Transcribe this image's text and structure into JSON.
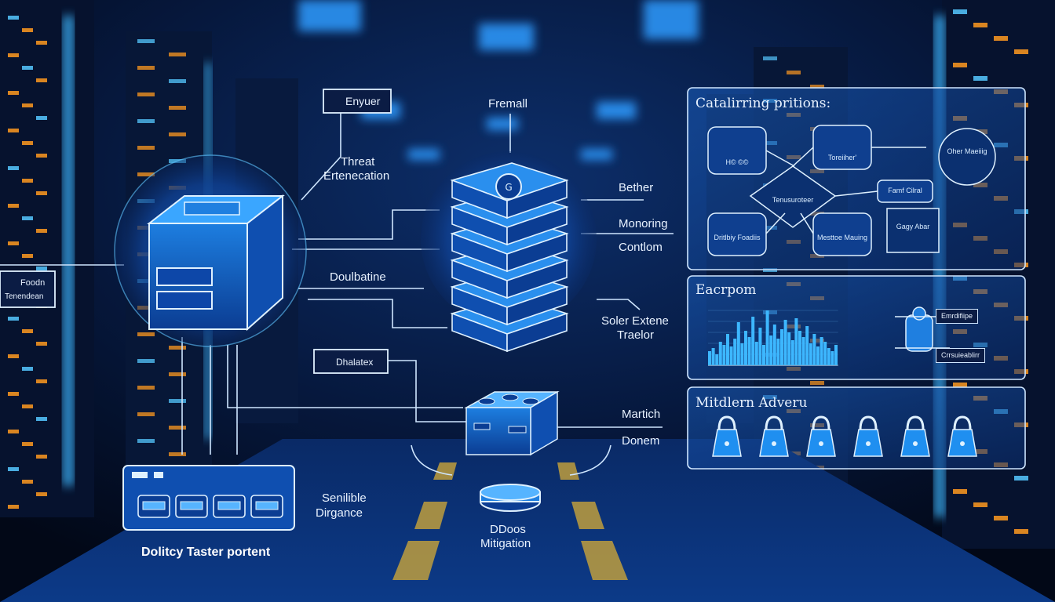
{
  "labels": {
    "enyuer": "Enyuer",
    "fremall": "Fremall",
    "threat_line1": "Threat",
    "threat_line2": "Ertenecation",
    "bether": "Bether",
    "monoring": "Monoring",
    "contlom": "Contlom",
    "doulbatine": "Doulbatine",
    "soler_line1": "Soler Extene",
    "soler_line2": "Traelor",
    "dhalatex": "Dhalatex",
    "foodn_line1": "Foodn",
    "foodn_line2": "Tenendean",
    "martich": "Martich",
    "donem": "Donem",
    "senilible_line1": "Senilible",
    "senilible_line2": "Dirgance",
    "ddos_line1": "DDoos",
    "ddos_line2": "Mitigation",
    "bottom_caption": "Dolitcy Taster portent"
  },
  "panel_top": {
    "title": "Catalirring pritions:",
    "nodes": [
      {
        "text": "H© ©©"
      },
      {
        "text": "Toreiiher'"
      },
      {
        "text": "Oher Maeiiig"
      },
      {
        "text": "Tenusuroteer"
      },
      {
        "text": "Famf Cilral"
      },
      {
        "text": "Dritlbiy Foadiis"
      },
      {
        "text": "Mesttoe Mauing"
      },
      {
        "text": "Gagy Abar"
      }
    ]
  },
  "panel_mid": {
    "title": "Eacrpom",
    "tag1": "Emrdifiipe",
    "tag2": "Crrsuieablirr",
    "chart_values": [
      18,
      22,
      14,
      30,
      26,
      40,
      24,
      34,
      55,
      28,
      44,
      36,
      62,
      30,
      48,
      26,
      70,
      38,
      52,
      34,
      46,
      58,
      42,
      32,
      60,
      44,
      36,
      50,
      28,
      40,
      24,
      36,
      30,
      22,
      18,
      26
    ]
  },
  "panel_bot": {
    "title": "Mitdlern Adveru",
    "lock_count": 6
  },
  "colors": {
    "accent": "#2fa8ff",
    "glow": "#56c8ff",
    "amber": "#ff9a1f",
    "line": "#cfe6ff"
  }
}
